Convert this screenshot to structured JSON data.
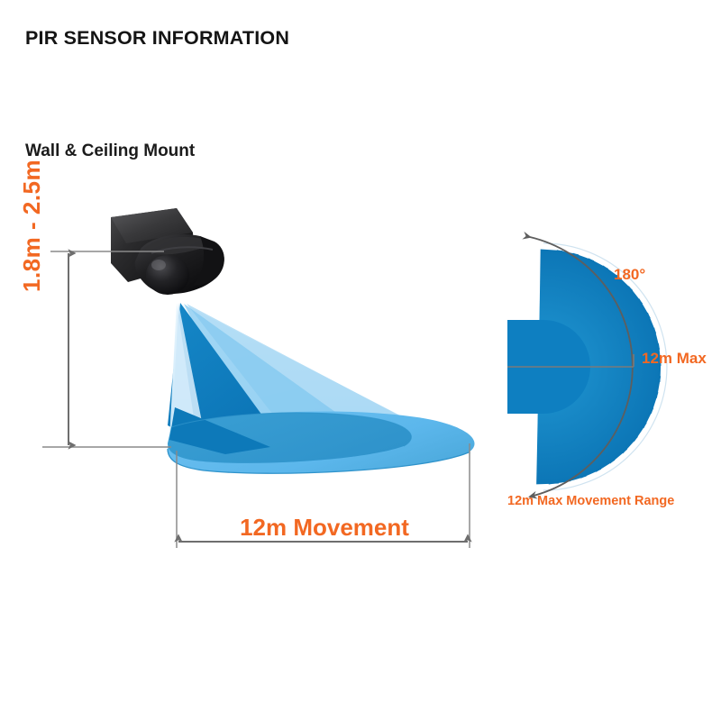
{
  "header": {
    "title": "PIR SENSOR INFORMATION"
  },
  "section": {
    "title": "Wall & Ceiling Mount"
  },
  "colors": {
    "accent_orange": "#f26822",
    "blue_dark": "#0e7fc1",
    "blue_mid": "#2e9ad6",
    "blue_light": "#62b9ec",
    "blue_pale": "#d6ecfa",
    "dim_gray": "#6e6e6e",
    "body_black": "#1a1a1a",
    "device_black": "#1c1c1c"
  },
  "side_view": {
    "name": "wall-mount-side-view",
    "mounting_height_label": "1.8m - 2.5m",
    "mounting_height_min_m": 1.8,
    "mounting_height_max_m": 2.5,
    "coverage_label": "12m  Movement",
    "coverage_distance_m": 12,
    "device_label": "pir-sensor-housing",
    "beam_count": 5
  },
  "top_view": {
    "name": "radial-coverage-top-view",
    "angle_label": "180°",
    "angle_degrees": 180,
    "radius_label": "12m Max",
    "radius_m": 12,
    "caption": "12m Max Movement Range",
    "ray_count": 23
  },
  "chart_data": {
    "type": "radial-coverage",
    "title": "PIR SENSOR INFORMATION",
    "subtitle": "Wall & Ceiling Mount",
    "annotations": [
      "1.8m - 2.5m",
      "12m  Movement",
      "180°",
      "12m Max",
      "12m Max Movement Range"
    ],
    "measurements": [
      {
        "label": "Mounting height",
        "value": "1.8m - 2.5m",
        "min": 1.8,
        "max": 2.5,
        "unit": "m"
      },
      {
        "label": "Movement detection range",
        "value": "12m",
        "max": 12,
        "unit": "m"
      },
      {
        "label": "Detection angle",
        "value": "180°",
        "max": 180,
        "unit": "deg"
      }
    ]
  }
}
